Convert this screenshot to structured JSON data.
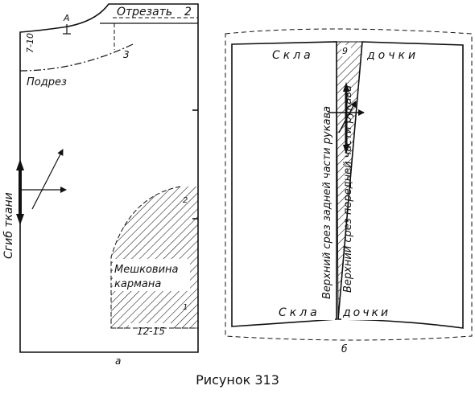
{
  "caption": "Рисунок 313",
  "panel_a": {
    "letter": "а",
    "cut_off": "Отрезать",
    "cut_off_num": "2",
    "point_a": "А",
    "undercut": "Подрез",
    "range_7_10": "7-10",
    "num_3": "3",
    "grain_line": "Сгиб ткани",
    "pocket": [
      "Мешковина",
      "кармана"
    ],
    "num_2": "2",
    "num_1": "1",
    "range_12_15": "12-15"
  },
  "panel_b": {
    "letter": "б",
    "fold_top_left": "Скла",
    "fold_top_right": "дочки",
    "fold_bottom_left": "Скла",
    "fold_bottom_right": "дочки",
    "num_9": "9",
    "back_sleeve_edge": "Верхний срез задней части рукава",
    "front_sleeve_edge": "Верхний срез передней части рукава"
  }
}
